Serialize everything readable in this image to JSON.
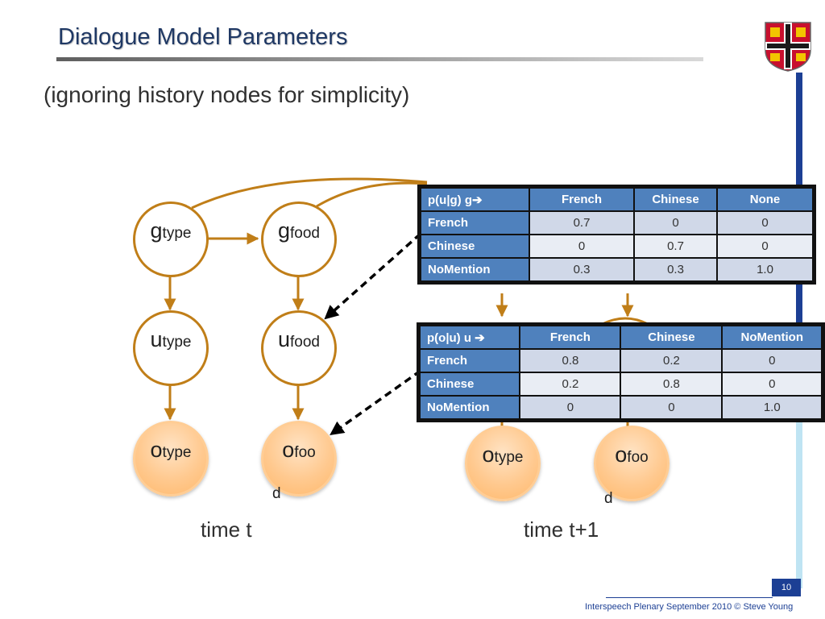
{
  "slide": {
    "title": "Dialogue Model Parameters",
    "subtitle": "(ignoring history nodes for simplicity)",
    "page_number": "10",
    "footer": "Interspeech Plenary September 2010 © Steve Young"
  },
  "captions": {
    "t": "time t",
    "t1": "time t+1"
  },
  "nodes": {
    "g_type": {
      "base": "g",
      "sub": "type"
    },
    "g_food": {
      "base": "g",
      "sub": "food"
    },
    "u_type": {
      "base": "u",
      "sub": "type"
    },
    "u_food": {
      "base": "u",
      "sub": "food"
    },
    "o_type": {
      "base": "o",
      "sub": "type"
    },
    "o_food": {
      "base": "o",
      "sub": "foo",
      "wrap": "d"
    },
    "o_type_t1": {
      "base": "o",
      "sub": "type"
    },
    "o_food_t1": {
      "base": "o",
      "sub": "foo",
      "wrap": "d"
    }
  },
  "tables": {
    "pug": {
      "corner": "p(u|g)     g➔",
      "columns": [
        "French",
        "Chinese",
        "None"
      ],
      "rows": [
        {
          "label": "French",
          "values": [
            "0.7",
            "0",
            "0"
          ]
        },
        {
          "label": "Chinese",
          "values": [
            "0",
            "0.7",
            "0"
          ]
        },
        {
          "label": "NoMention",
          "values": [
            "0.3",
            "0.3",
            "1.0"
          ]
        }
      ]
    },
    "pou": {
      "corner": "p(o|u)    u ➔",
      "columns": [
        "French",
        "Chinese",
        "NoMention"
      ],
      "rows": [
        {
          "label": "French",
          "values": [
            "0.8",
            "0.2",
            "0"
          ]
        },
        {
          "label": "Chinese",
          "values": [
            "0.2",
            "0.8",
            "0"
          ]
        },
        {
          "label": "NoMention",
          "values": [
            "0",
            "0",
            "1.0"
          ]
        }
      ]
    }
  },
  "colors": {
    "title": "#1f3864",
    "edge": "#c07e18",
    "observation_fill": "#ffc98f",
    "table_header": "#4f81bd",
    "table_row_odd": "#d0d8e8",
    "table_row_even": "#e9edf4",
    "accent_bar": "#1c3f94"
  }
}
